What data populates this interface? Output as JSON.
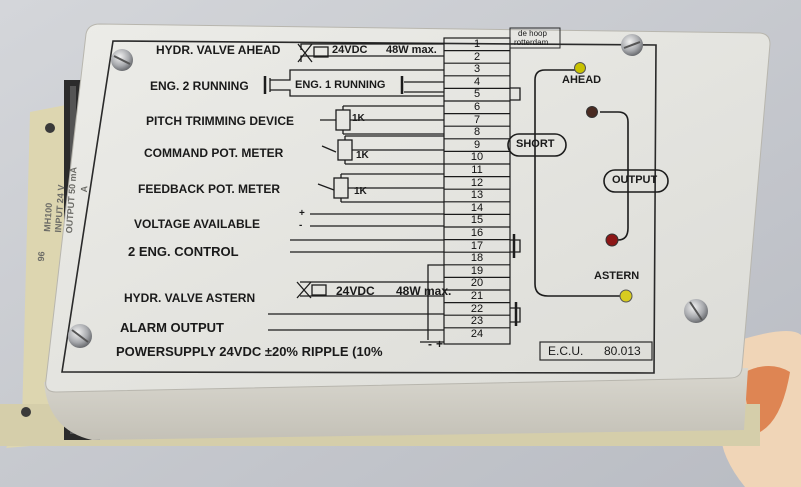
{
  "panel": {
    "brand_line1": "de hoop",
    "brand_line2": "rotterdam",
    "model_prefix": "E.C.U.",
    "model_number": "80.013"
  },
  "labels": {
    "hydr_valve_ahead": "HYDR. VALVE AHEAD",
    "spec_ahead": "24VDC",
    "watt_ahead": "48W max.",
    "eng2_running": "ENG. 2 RUNNING",
    "eng1_running": "ENG. 1 RUNNING",
    "pitch_trimming": "PITCH TRIMMING DEVICE",
    "pitch_res": "1K",
    "command_pot": "COMMAND POT. METER",
    "command_res": "1K",
    "feedback_pot": "FEEDBACK POT. METER",
    "feedback_res": "1K",
    "voltage_available": "VOLTAGE AVAILABLE",
    "two_eng_control": "2 ENG. CONTROL",
    "hydr_valve_astern": "HYDR. VALVE ASTERN",
    "spec_astern": "24VDC",
    "watt_astern": "48W max.",
    "alarm_output": "ALARM OUTPUT",
    "power_supply": "POWERSUPPLY 24VDC ±20% RIPPLE (10%",
    "plus": "+",
    "minus": "-"
  },
  "terminals": [
    "1",
    "2",
    "3",
    "4",
    "5",
    "6",
    "7",
    "8",
    "9",
    "10",
    "11",
    "12",
    "13",
    "14",
    "15",
    "16",
    "17",
    "18",
    "19",
    "20",
    "21",
    "22",
    "23",
    "24"
  ],
  "diagram": {
    "short": "SHORT",
    "output": "OUTPUT",
    "ahead": "AHEAD",
    "astern": "ASTERN"
  },
  "sticker": {
    "lines": [
      "MH100",
      "INPUT 24 V",
      "OUTPUT 50 mA",
      "A",
      "96"
    ]
  },
  "colors": {
    "panel_face": "#e6e6e2",
    "led_ahead": "#c8c200",
    "led_mid": "#4a2b22",
    "led_red": "#8c1616",
    "led_astern": "#d8cc20"
  }
}
